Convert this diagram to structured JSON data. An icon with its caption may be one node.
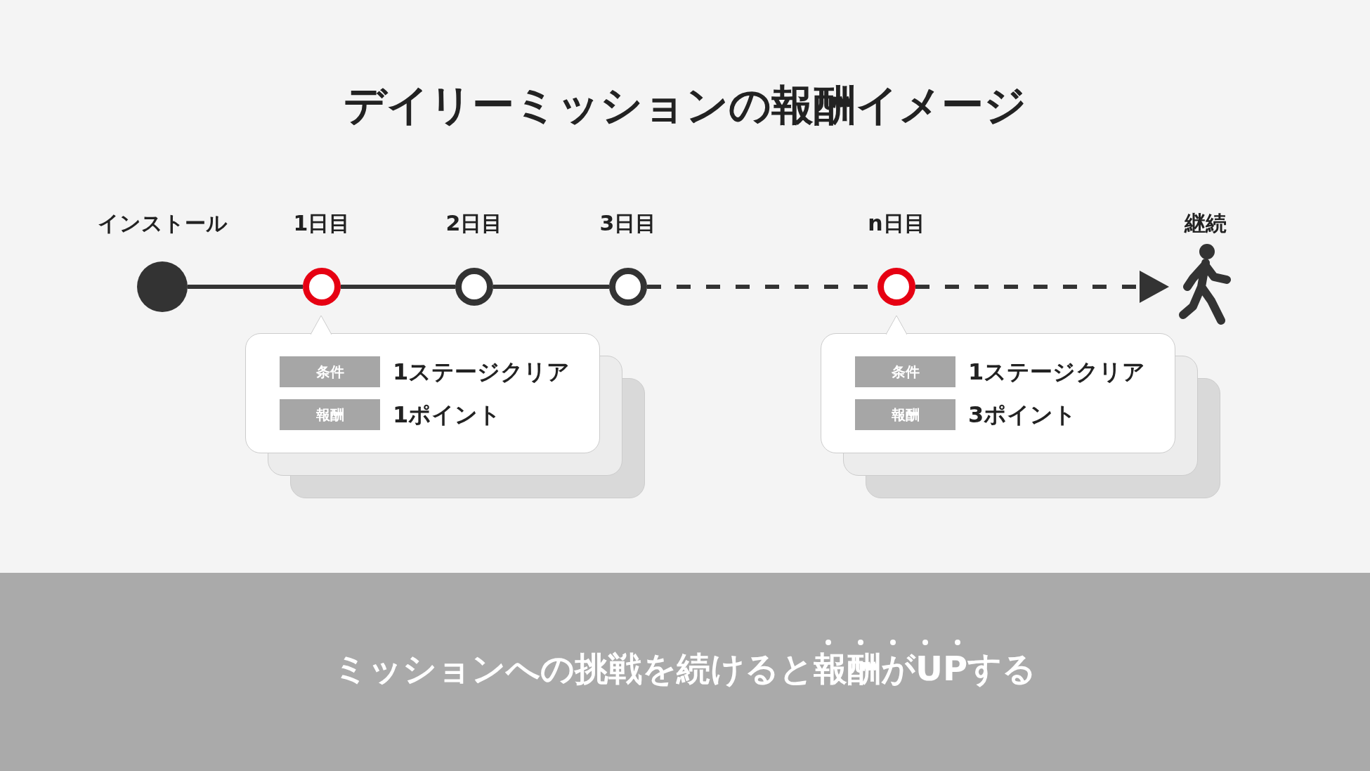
{
  "diagram": {
    "title": "デイリーミッションの報酬イメージ",
    "nodes": [
      {
        "text": [
          "インストール"
        ]
      },
      {
        "text": [
          "1日目"
        ]
      },
      {
        "text": [
          "2日目"
        ]
      },
      {
        "text": [
          "3日目"
        ]
      },
      {
        "text": [
          "n日目"
        ]
      },
      {
        "text": [
          "継続"
        ]
      },
      {
        "text": [],
        "shape": "box"
      },
      {
        "text": [
          "条件"
        ],
        "in": 6,
        "beside": [
          "1ステージクリア"
        ]
      },
      {
        "text": [
          "報酬"
        ],
        "in": 6,
        "beside": [
          "1ポイント"
        ]
      },
      {
        "text": [],
        "shape": "box"
      },
      {
        "text": [
          "条件"
        ],
        "in": 9,
        "beside": [
          "1ステージクリア"
        ]
      },
      {
        "text": [
          "報酬"
        ],
        "in": 9,
        "beside": [
          "3ポイント"
        ]
      },
      {
        "text": [
          "ミッションへの挑戦を続けると報酬がUPする"
        ]
      }
    ],
    "edges": [
      {
        "from": 0,
        "to": 1,
        "arrow": "none"
      },
      {
        "from": 1,
        "to": 2,
        "arrow": "none"
      },
      {
        "from": 2,
        "to": 3,
        "arrow": "none"
      },
      {
        "from": 3,
        "to": 4,
        "arrow": "none",
        "style": "dashed"
      },
      {
        "from": 4,
        "to": 5,
        "arrow": "to",
        "style": "dashed"
      }
    ]
  }
}
